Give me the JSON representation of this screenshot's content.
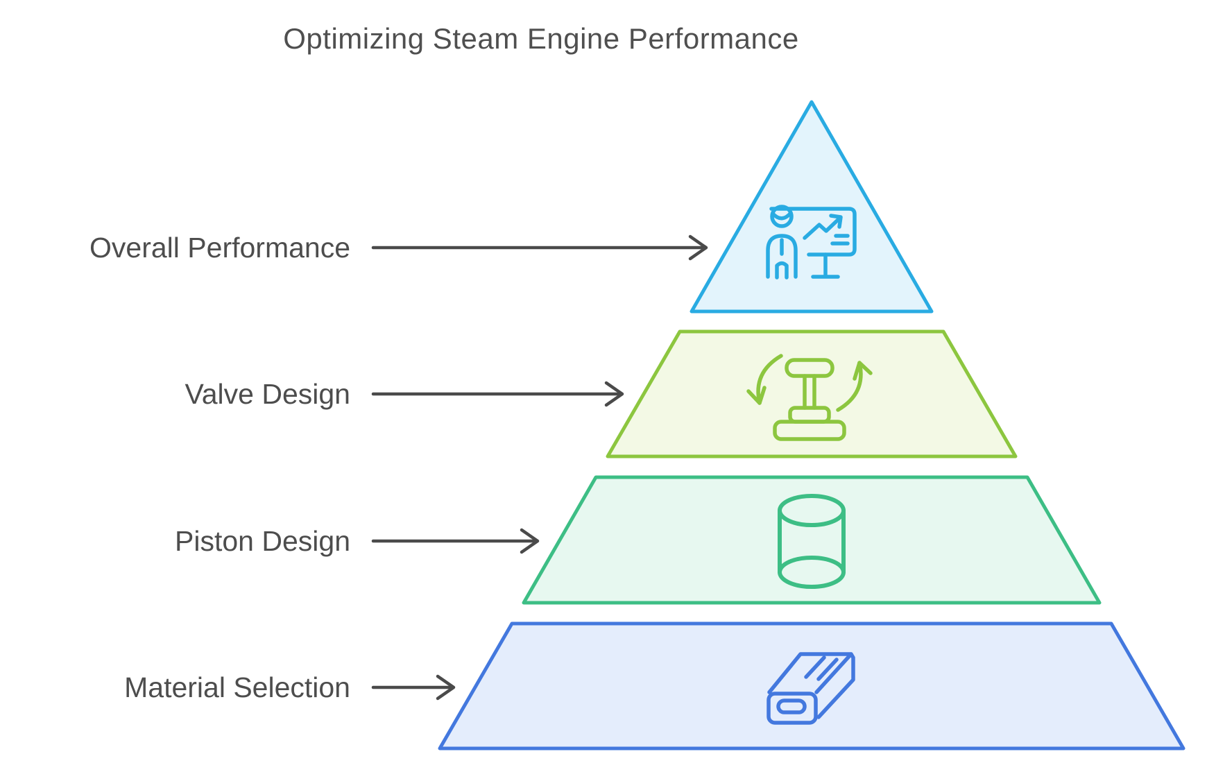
{
  "title": "Optimizing Steam Engine Performance",
  "colors": {
    "background": "#FFFFFF",
    "title_text": "#4F4F4F",
    "label_text": "#4D4D4D",
    "arrow": "#4A4A4A"
  },
  "levels": [
    {
      "label": "Overall Performance",
      "icon": "presentation-chart-icon",
      "fill": "#E3F4FC",
      "stroke": "#29ABE2"
    },
    {
      "label": "Valve Design",
      "icon": "valve-rotation-icon",
      "fill": "#F3F9E5",
      "stroke": "#8CC63F"
    },
    {
      "label": "Piston Design",
      "icon": "piston-cylinder-icon",
      "fill": "#E7F8F0",
      "stroke": "#3DBE85"
    },
    {
      "label": "Material Selection",
      "icon": "material-ingot-icon",
      "fill": "#E4EDFC",
      "stroke": "#4378DE"
    }
  ]
}
